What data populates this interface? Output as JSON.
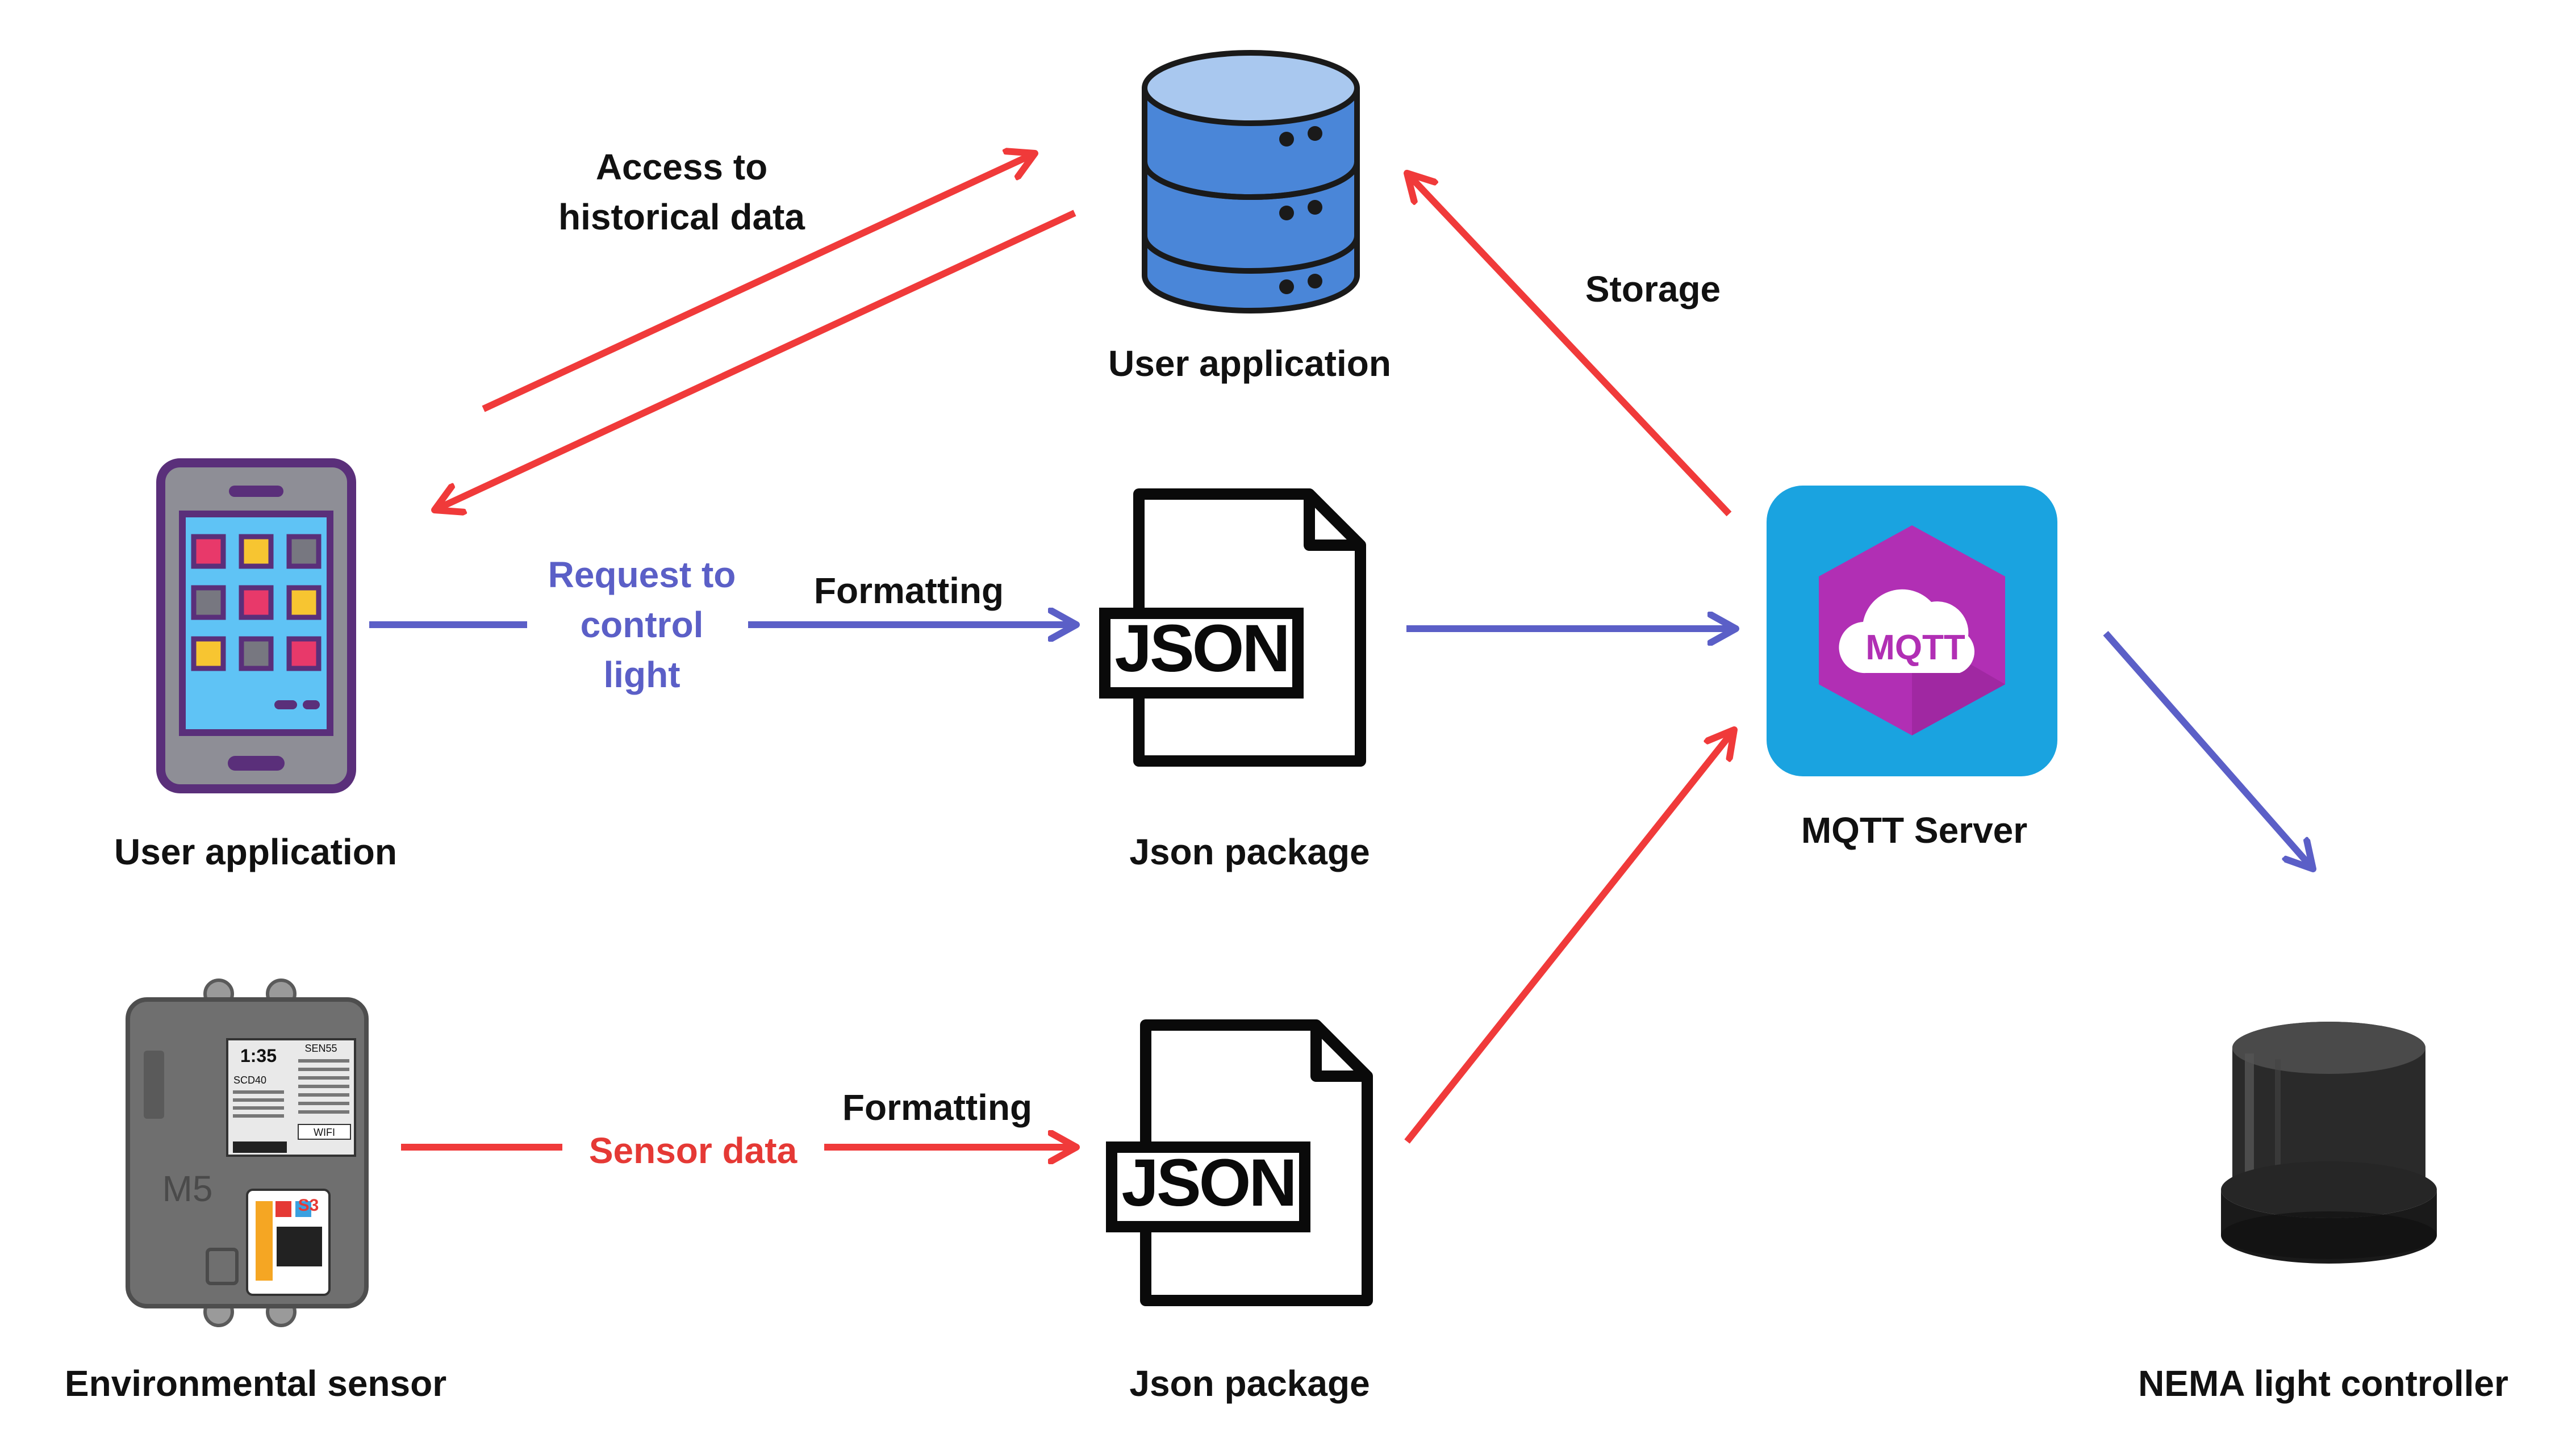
{
  "labels": {
    "access_history": "Access to\nhistorical data",
    "db_caption": "User application",
    "storage": "Storage",
    "request_control": "Request to\ncontrol\nlight",
    "formatting_top": "Formatting",
    "formatting_bottom": "Formatting",
    "sensor_data": "Sensor data",
    "phone_caption": "User application",
    "json_top_caption": "Json package",
    "mqtt_caption": "MQTT Server",
    "env_caption": "Environmental sensor",
    "json_bottom_caption": "Json package",
    "nema_caption": "NEMA light controller"
  },
  "icons": {
    "json_text": "JSON",
    "mqtt_text": "MQTT",
    "sensor_brand": "M5",
    "sensor_time": "1:35",
    "sensor_panel": "SEN55",
    "sensor_module": "SCD40",
    "sensor_wifi": "WIFI",
    "sensor_chip": "S3"
  },
  "colors": {
    "red_arrow": "#f03a3a",
    "blue_arrow": "#5b5fc7",
    "mqtt_bg": "#1aa3e0",
    "mqtt_hex": "#b12fb4",
    "db_blue": "#4a86d8",
    "phone_purple": "#5a2f7a",
    "phone_screen": "#5fc3f5"
  }
}
